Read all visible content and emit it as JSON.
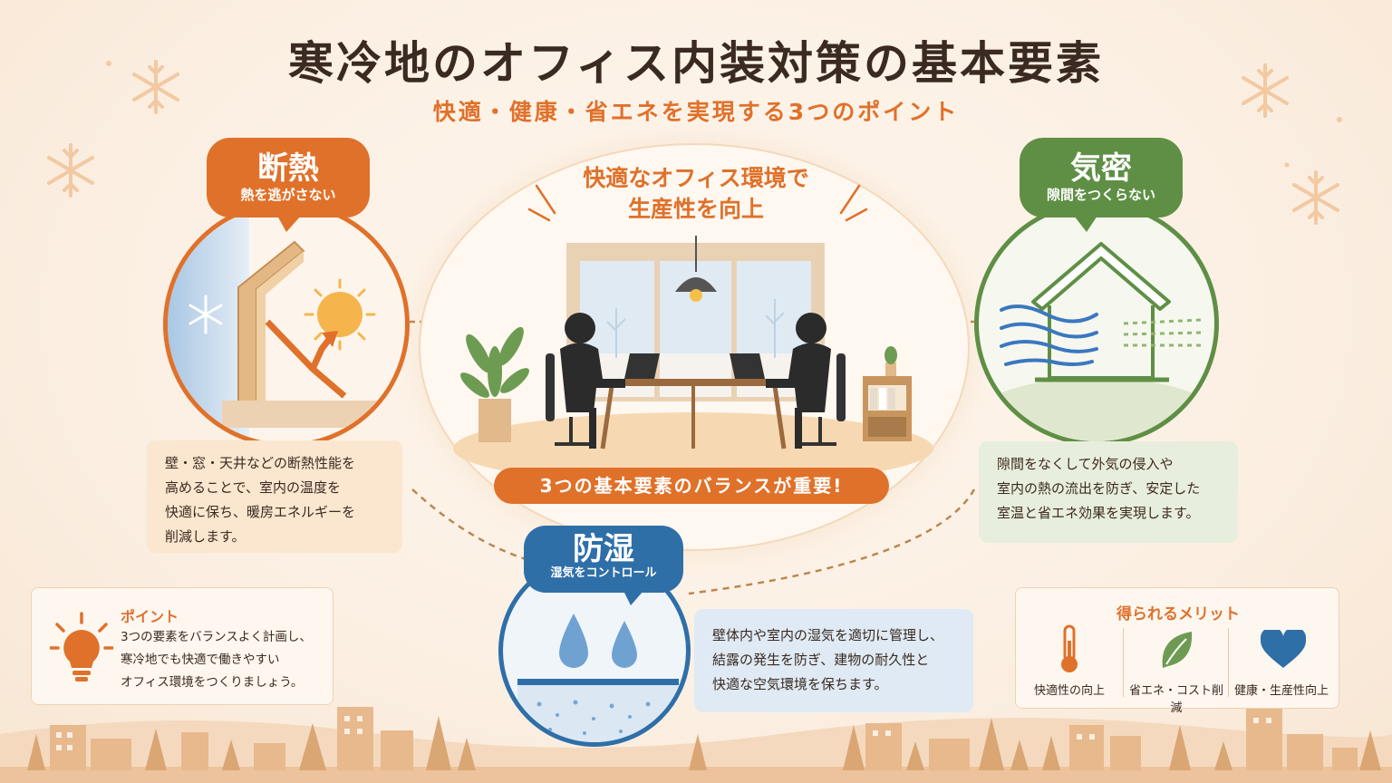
{
  "title": "寒冷地のオフィス内装対策の基本要素",
  "subtitle": "快適・健康・省エネを実現する3つのポイント",
  "center": {
    "heading_line1": "快適なオフィス環境で",
    "heading_line2": "生産性を向上",
    "banner": "3つの基本要素のバランスが重要!"
  },
  "insulation": {
    "label": "断熱",
    "sub": "熱を逃がさない",
    "desc": [
      "壁・窓・天井などの断熱性能を",
      "高めることで、室内の温度を",
      "快適に保ち、暖房エネルギーを",
      "削減します。"
    ],
    "color": "#e0712a"
  },
  "airtight": {
    "label": "気密",
    "sub": "隙間をつくらない",
    "desc": [
      "隙間をなくして外気の侵入や",
      "室内の熱の流出を防ぎ、安定した",
      "室温と省エネ効果を実現します。"
    ],
    "color": "#5f8f45"
  },
  "moisture": {
    "label": "防湿",
    "sub": "湿気をコントロール",
    "desc": [
      "壁体内や室内の湿気を適切に管理し、",
      "結露の発生を防ぎ、建物の耐久性と",
      "快適な空気環境を保ちます。"
    ],
    "color": "#2f6fa8"
  },
  "point": {
    "title": "ポイント",
    "lines": [
      "3つの要素をバランスよく計画し、",
      "寒冷地でも快適で働きやすい",
      "オフィス環境をつくりましょう。"
    ],
    "icon": "lightbulb-icon"
  },
  "merits": {
    "title": "得られるメリット",
    "items": [
      {
        "label": "快適性の向上",
        "icon": "thermometer-icon"
      },
      {
        "label": "省エネ・コスト削減",
        "icon": "leaf-icon"
      },
      {
        "label": "健康・生産性向上",
        "icon": "heart-icon"
      }
    ]
  }
}
